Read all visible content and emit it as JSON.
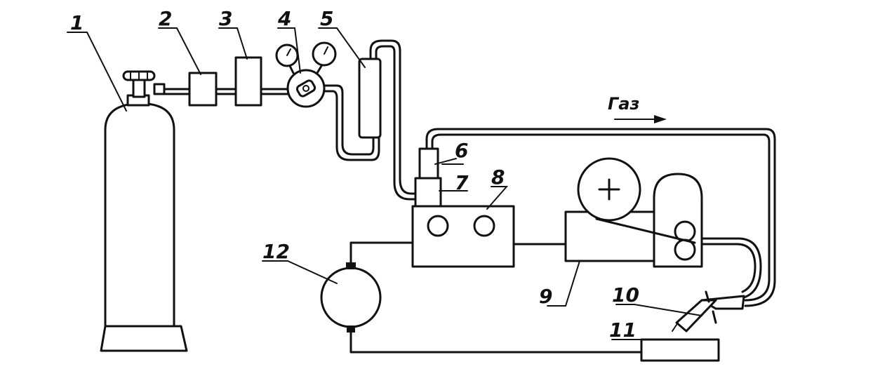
{
  "labels": {
    "l1": "1",
    "l2": "2",
    "l3": "3",
    "l4": "4",
    "l5": "5",
    "l6": "6",
    "l7": "7",
    "l8": "8",
    "l9": "9",
    "l10": "10",
    "l11": "11",
    "l12": "12"
  },
  "gas_label": "Газ",
  "colors": {
    "ink": "#111111",
    "paper": "#ffffff"
  }
}
